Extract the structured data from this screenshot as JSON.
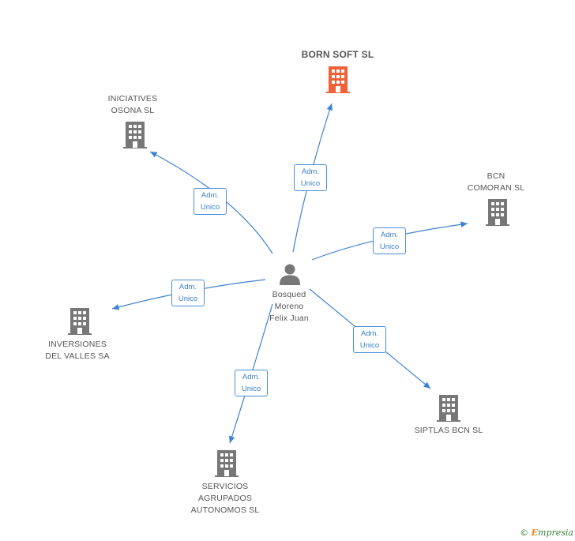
{
  "colors": {
    "edge": "#3d82d0",
    "company_icon": "#777777",
    "focus_icon": "#f0613a",
    "person_icon": "#777777"
  },
  "person": {
    "label": "Bosqued\nMoreno\nFelix Juan",
    "icon": "person-icon"
  },
  "companies": [
    {
      "id": "born-soft",
      "label": "BORN SOFT SL",
      "focus": true,
      "icon": "building-icon"
    },
    {
      "id": "iniciatives-osona",
      "label": "INICIATIVES\nOSONA SL",
      "focus": false,
      "icon": "building-icon"
    },
    {
      "id": "bcn-comoran",
      "label": "BCN\nCOMORAN SL",
      "focus": false,
      "icon": "building-icon"
    },
    {
      "id": "inversiones-valles",
      "label": "INVERSIONES\nDEL VALLES SA",
      "focus": false,
      "icon": "building-icon"
    },
    {
      "id": "siptlas-bcn",
      "label": "SIPTLAS BCN SL",
      "focus": false,
      "icon": "building-icon"
    },
    {
      "id": "servicios-agrupados",
      "label": "SERVICIOS\nAGRUPADOS\nAUTONOMOS SL",
      "focus": false,
      "icon": "building-icon"
    }
  ],
  "edges": [
    {
      "to": "born-soft",
      "label": "Adm.\nUnico"
    },
    {
      "to": "iniciatives-osona",
      "label": "Adm.\nUnico"
    },
    {
      "to": "bcn-comoran",
      "label": "Adm.\nUnico"
    },
    {
      "to": "inversiones-valles",
      "label": "Adm.\nUnico"
    },
    {
      "to": "siptlas-bcn",
      "label": "Adm.\nUnico"
    },
    {
      "to": "servicios-agrupados",
      "label": "Adm.\nUnico"
    }
  ],
  "footer": {
    "copyright": "©",
    "brand_initial": "E",
    "brand_rest": "mpresia"
  }
}
